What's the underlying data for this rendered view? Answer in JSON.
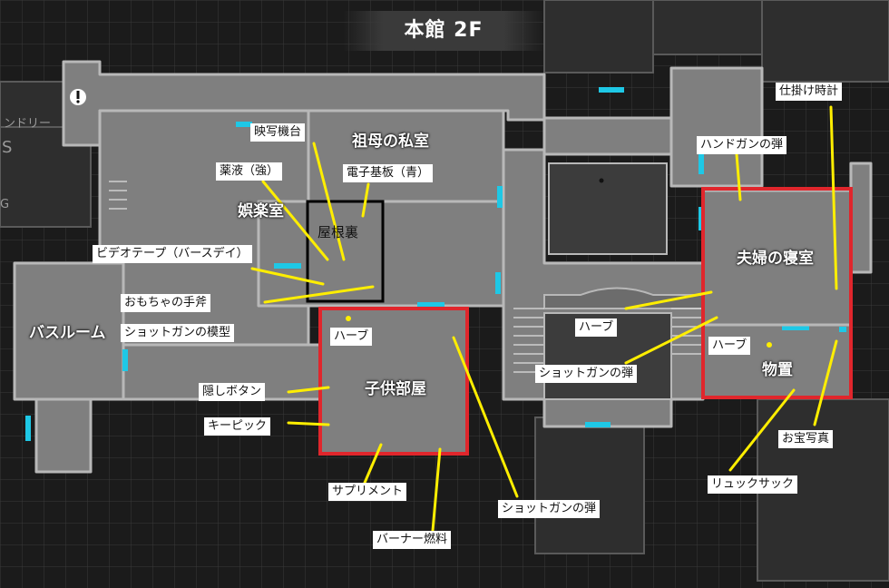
{
  "floor_title": "本館 2F",
  "colors": {
    "background": "#1b1b1b",
    "grid": "#3a3a3a",
    "room_fill": "#7f7f7f",
    "wall": "#b8b8b8",
    "door": "#1ec8e6",
    "callout_line": "#ffee00",
    "highlight_red": "#e0262c",
    "highlight_black": "#000000"
  },
  "rooms": {
    "goraku": "娯楽室",
    "sobo": "祖母の私室",
    "yaneura": "屋根裏",
    "bath": "バスルーム",
    "kodomo": "子供部屋",
    "fuufu": "夫婦の寝室",
    "monooki": "物置"
  },
  "partial_labels": {
    "laundry": "ンドリー",
    "s": "S",
    "g": "G"
  },
  "icons": [
    "exclamation-icon"
  ],
  "callouts": {
    "eishakidai": "映写機台",
    "yakueki": "薬液（強）",
    "denshi": "電子基板（青）",
    "video": "ビデオテープ（バースデイ）",
    "ono": "おもちゃの手斧",
    "shotgun_model": "ショットガンの模型",
    "herb_kodomo": "ハーブ",
    "kakushi": "隠しボタン",
    "keypick": "キーピック",
    "supplement": "サプリメント",
    "burner": "バーナー燃料",
    "shotgun_ammo_kodomo": "ショットガンの弾",
    "handgun_ammo": "ハンドガンの弾",
    "shikake": "仕掛け時計",
    "herb_hall": "ハーブ",
    "shotgun_ammo_hall": "ショットガンの弾",
    "herb_monooki": "ハーブ",
    "otakara": "お宝写真",
    "rucksack": "リュックサック"
  }
}
